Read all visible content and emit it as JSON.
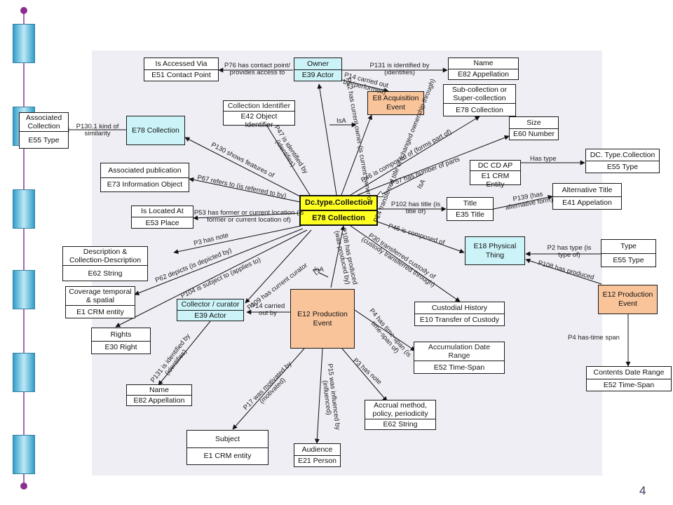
{
  "page_number": "4",
  "colors": {
    "central": "#ffff22",
    "actor": "#ccf4f8",
    "event": "#f9c49a",
    "rail": "#8b2d8f"
  },
  "nodes": {
    "central": {
      "title": "Dc.type.Collection",
      "class": "E78 Collection"
    },
    "owner": {
      "title": "Owner",
      "class": "E39 Actor"
    },
    "accessed": {
      "title": "Is Accessed Via",
      "class": "E51 Contact Point"
    },
    "name_top": {
      "title": "Name",
      "class": "E82 Appellation"
    },
    "acquisition": {
      "text": "E8 Acquisition Event"
    },
    "subcollection": {
      "title": "Sub-collection or Super-collection",
      "class": "E78 Collection"
    },
    "size": {
      "title": "Size",
      "class": "E60 Number"
    },
    "coll_identifier": {
      "title": "Collection Identifier",
      "class": "E42 Object Identifier"
    },
    "assoc_collection": {
      "title": "Associated Collection",
      "class": "E55 Type"
    },
    "e78_collection": {
      "text": "E78 Collection"
    },
    "assoc_pub": {
      "title": "Associated publication",
      "class": "E73 Information Object"
    },
    "dc_type": {
      "title": "DC. Type.Collection",
      "class": "E55 Type"
    },
    "dc_cd_ap": {
      "title": "DC CD AP",
      "class": "E1 CRM Entity"
    },
    "alt_title": {
      "title": "Alternative Title",
      "class": "E41 Appelation"
    },
    "title": {
      "title": "Title",
      "class": "E35 Title"
    },
    "located": {
      "title": "Is Located At",
      "class": "E53 Place"
    },
    "description": {
      "title": "Description & Collection-Description",
      "class": "E62 String"
    },
    "physical": {
      "text": "E18 Physical Thing"
    },
    "type_box": {
      "title": "Type",
      "class": "E55 Type"
    },
    "coverage": {
      "title": "Coverage temporal & spatial",
      "class": "E1 CRM entity"
    },
    "curator": {
      "title": "Collector / curator",
      "class": "E39 Actor"
    },
    "prod_event_right": {
      "text": "E12 Production Event"
    },
    "custodial": {
      "title": "Custodial History",
      "class": "E10 Transfer of Custody"
    },
    "rights": {
      "title": "Rights",
      "class": "E30 Right"
    },
    "prod_event_center": {
      "text": "E12 Production Event"
    },
    "accum_date": {
      "title": "Accumulation Date Range",
      "class": "E52 Time-Span"
    },
    "name_bottom": {
      "title": "Name",
      "class": "E82 Appellation"
    },
    "contents_date": {
      "title": "Contents Date Range",
      "class": "E52 Time-Span"
    },
    "accrual": {
      "title": "Accrual method, policy, periodicity",
      "class": "E62 String"
    },
    "subject": {
      "title": "Subject",
      "class": "E1 CRM entity"
    },
    "audience": {
      "title": "Audience",
      "class": "E21 Person"
    }
  },
  "edges": {
    "p76": "P76 has contact point/ provides access to",
    "p131_top": "P131 is identified by (identifies)",
    "p14_top": "P14 carried out by (performed)",
    "p52": "P52 has current owner (is current owner of)",
    "isa_top": "IsA",
    "p24": "P24 transferred title of (changed ownership through)",
    "p46_parts": "P46 is composed of (forms part of)",
    "p57": "P57 has number of parts",
    "p130_1": "P130.1 kind of similarity",
    "p47": "P47 is identified by (identifies)",
    "p130": "P130 shows features of",
    "has_type": "Has type",
    "isa_right": "IsA",
    "p67": "P67 refers to (is referred to by)",
    "p102": "P102 has title (is title of)",
    "p139": "P139 (has alternative form)",
    "p53": "P53 has former or current location (is former or current location of)",
    "p46_composed": "P46 is composed of",
    "p3_top": "P3 has note",
    "p108_center": "P108 has produced (was produced by)",
    "p30": "P30 transferred custody of (custody transferred through)",
    "p2": "P2 has type (is type of)",
    "p108_right": "P108 has produced",
    "p62": "P62 depicts (is depicted by)",
    "isa_center": "IsA",
    "p104": "P104 is subject to (applies to)",
    "p109": "P109 has current curator",
    "p14_bottom": "P14 carried out by",
    "p4_center": "P4 has time-span (is time-span of)",
    "p4_right": "P4 has-time span",
    "p131_bottom": "P131 is identified by (identifies)",
    "p3_bottom": "P3 has note",
    "p17": "P17 was motivated by (motivated)",
    "p15": "P15 was influenced by (influenced)"
  }
}
